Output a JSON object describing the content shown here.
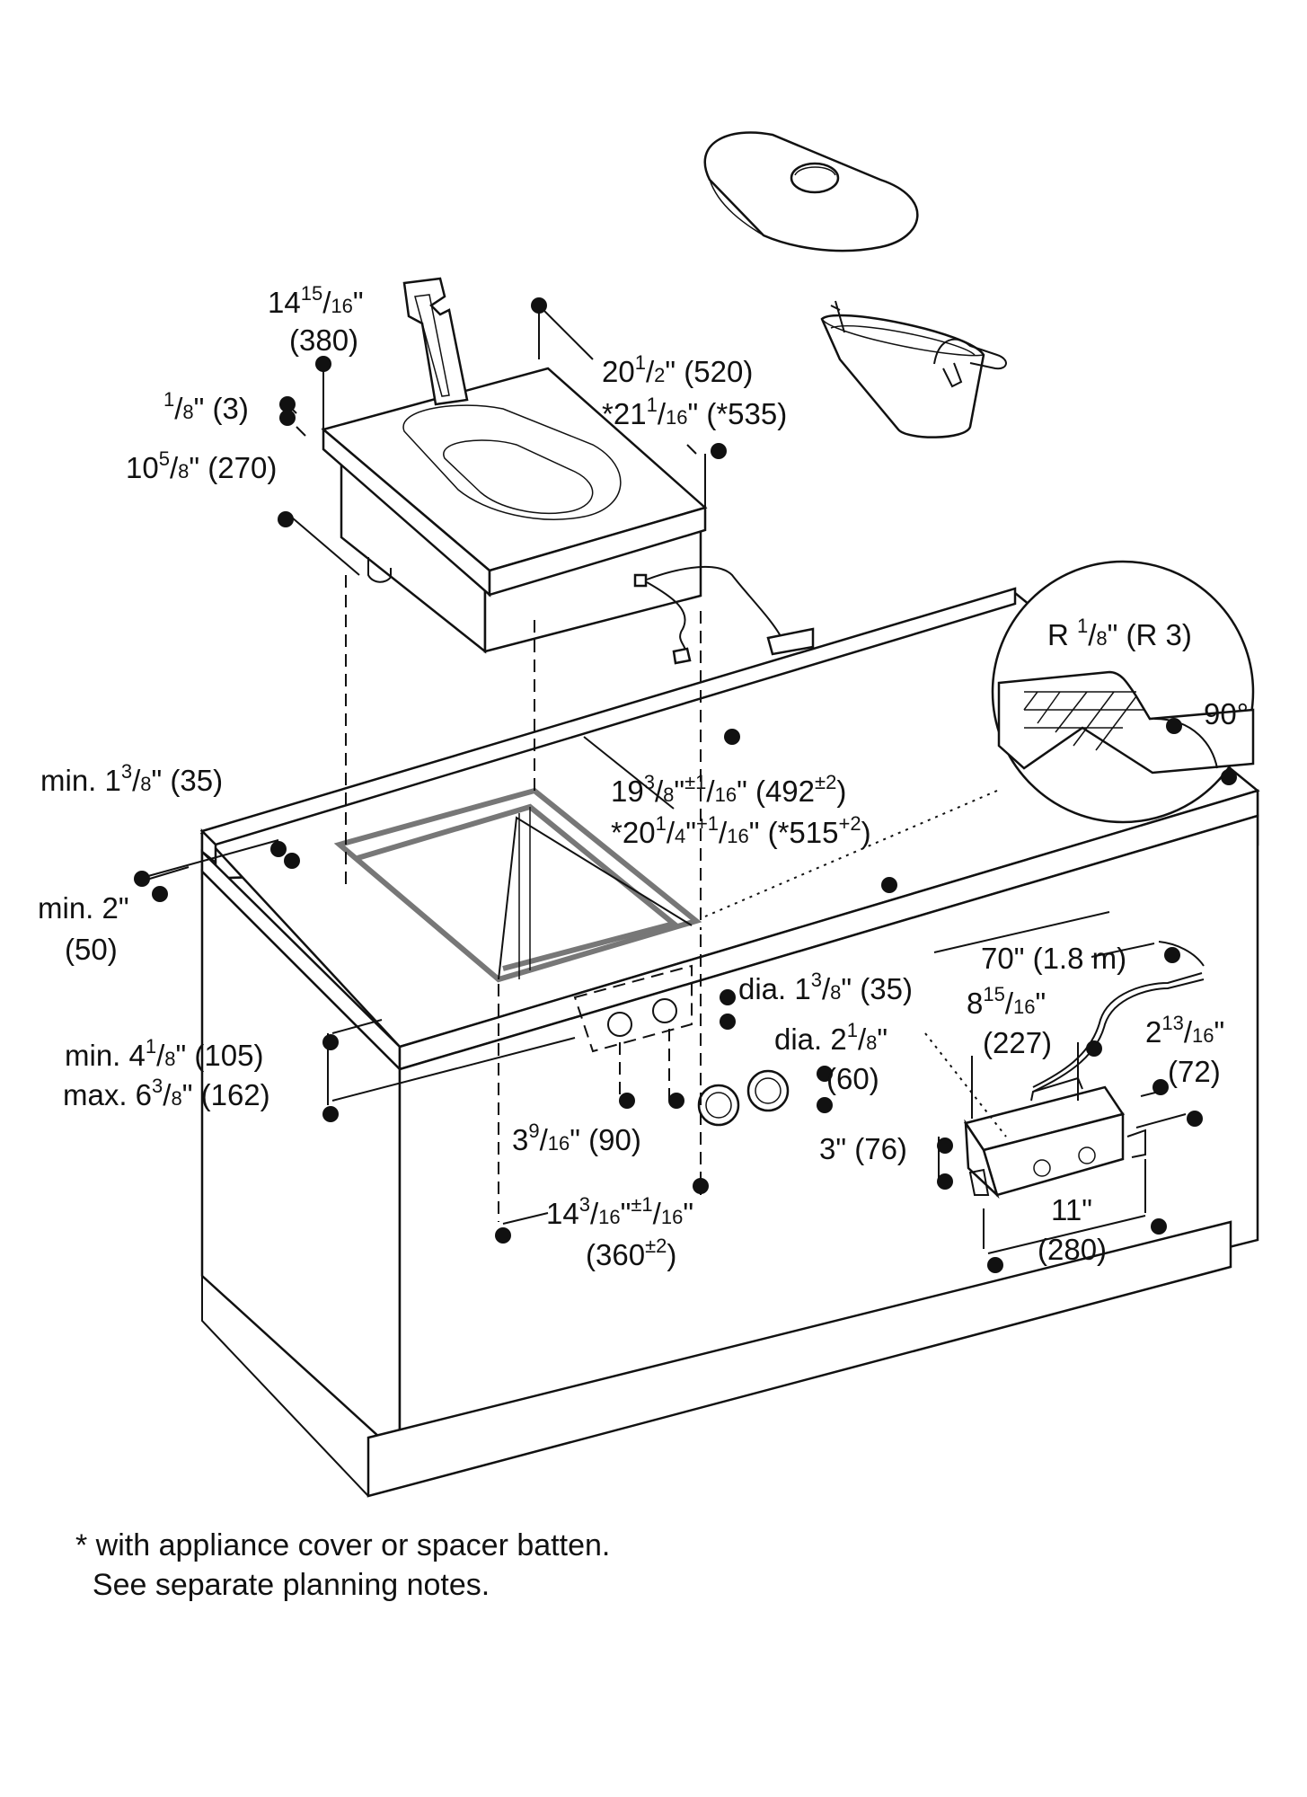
{
  "labels": {
    "width_top": {
      "main": "14",
      "sup": "15",
      "rest": "/",
      "sub": "16",
      "unit": "\""
    },
    "width_top_mm": "(380)",
    "depth_top_1": {
      "main": "20",
      "sup": "1",
      "rest": "/",
      "sub": "2",
      "unit": "\" (520)"
    },
    "depth_top_2": {
      "main": "*21",
      "sup": "1",
      "rest": "/",
      "sub": "16",
      "unit": "\" (*535)"
    },
    "thickness": {
      "main": "",
      "sup": "1",
      "rest": "/",
      "sub": "8",
      "unit": "\" (3)"
    },
    "height": {
      "main": "10",
      "sup": "5",
      "rest": "/",
      "sub": "8",
      "unit": "\" (270)"
    },
    "min_edge": {
      "main": "min. 1",
      "sup": "3",
      "rest": "/",
      "sub": "8",
      "unit": "\" (35)"
    },
    "cutout_depth_1": {
      "main": "19",
      "sup": "3",
      "rest": "/",
      "sub": "8",
      "unit": "\"",
      "tol": "±1",
      "tol_sub": "16",
      "tail": "\" (492",
      "tail_sup": "±2",
      "tail_end": ")"
    },
    "cutout_depth_2": {
      "main": "*20",
      "sup": "1",
      "rest": "/",
      "sub": "4",
      "unit": "\"",
      "tol": "+1",
      "tol_sub": "16",
      "tail": "\" (*515",
      "tail_sup": "+2",
      "tail_end": ")"
    },
    "radius": {
      "main": "R ",
      "sup": "1",
      "rest": "/",
      "sub": "8",
      "unit": "\" (R 3)"
    },
    "angle": "90°",
    "min_front_1": "min. 2\"",
    "min_front_2": "(50)",
    "cable": "70\" (1.8 m)",
    "dia_small": {
      "main": "dia. 1",
      "sup": "3",
      "rest": "/",
      "sub": "8",
      "unit": "\" (35)"
    },
    "dia_large": {
      "main": "dia. 2",
      "sup": "1",
      "rest": "/",
      "sub": "8",
      "unit": "\""
    },
    "dia_large_mm": "(60)",
    "box_depth": {
      "main": "8",
      "sup": "15",
      "rest": "/",
      "sub": "16",
      "unit": "\""
    },
    "box_depth_mm": "(227)",
    "box_height_side": {
      "main": "2",
      "sup": "13",
      "rest": "/",
      "sub": "16",
      "unit": "\""
    },
    "box_height_side_mm": "(72)",
    "panel_min": {
      "main": "min. 4",
      "sup": "1",
      "rest": "/",
      "sub": "8",
      "unit": "\" (105)"
    },
    "panel_max": {
      "main": "max. 6",
      "sup": "3",
      "rest": "/",
      "sub": "8",
      "unit": "\" (162)"
    },
    "knob_spacing": {
      "main": "3",
      "sup": "9",
      "rest": "/",
      "sub": "16",
      "unit": "\" (90)"
    },
    "box_height": "3\" (76)",
    "box_width": "11\"",
    "box_width_mm": "(280)",
    "cutout_width": {
      "main": "14",
      "sup": "3",
      "rest": "/",
      "sub": "16",
      "unit": "\"",
      "tol": "±1",
      "tol_sub": "16",
      "tail": "\""
    },
    "cutout_width_mm": {
      "main": "(360",
      "sup": "±2",
      "tail": ")"
    }
  },
  "footnote": {
    "line1": "* with appliance cover or spacer batten.",
    "line2": "  See separate planning notes."
  }
}
